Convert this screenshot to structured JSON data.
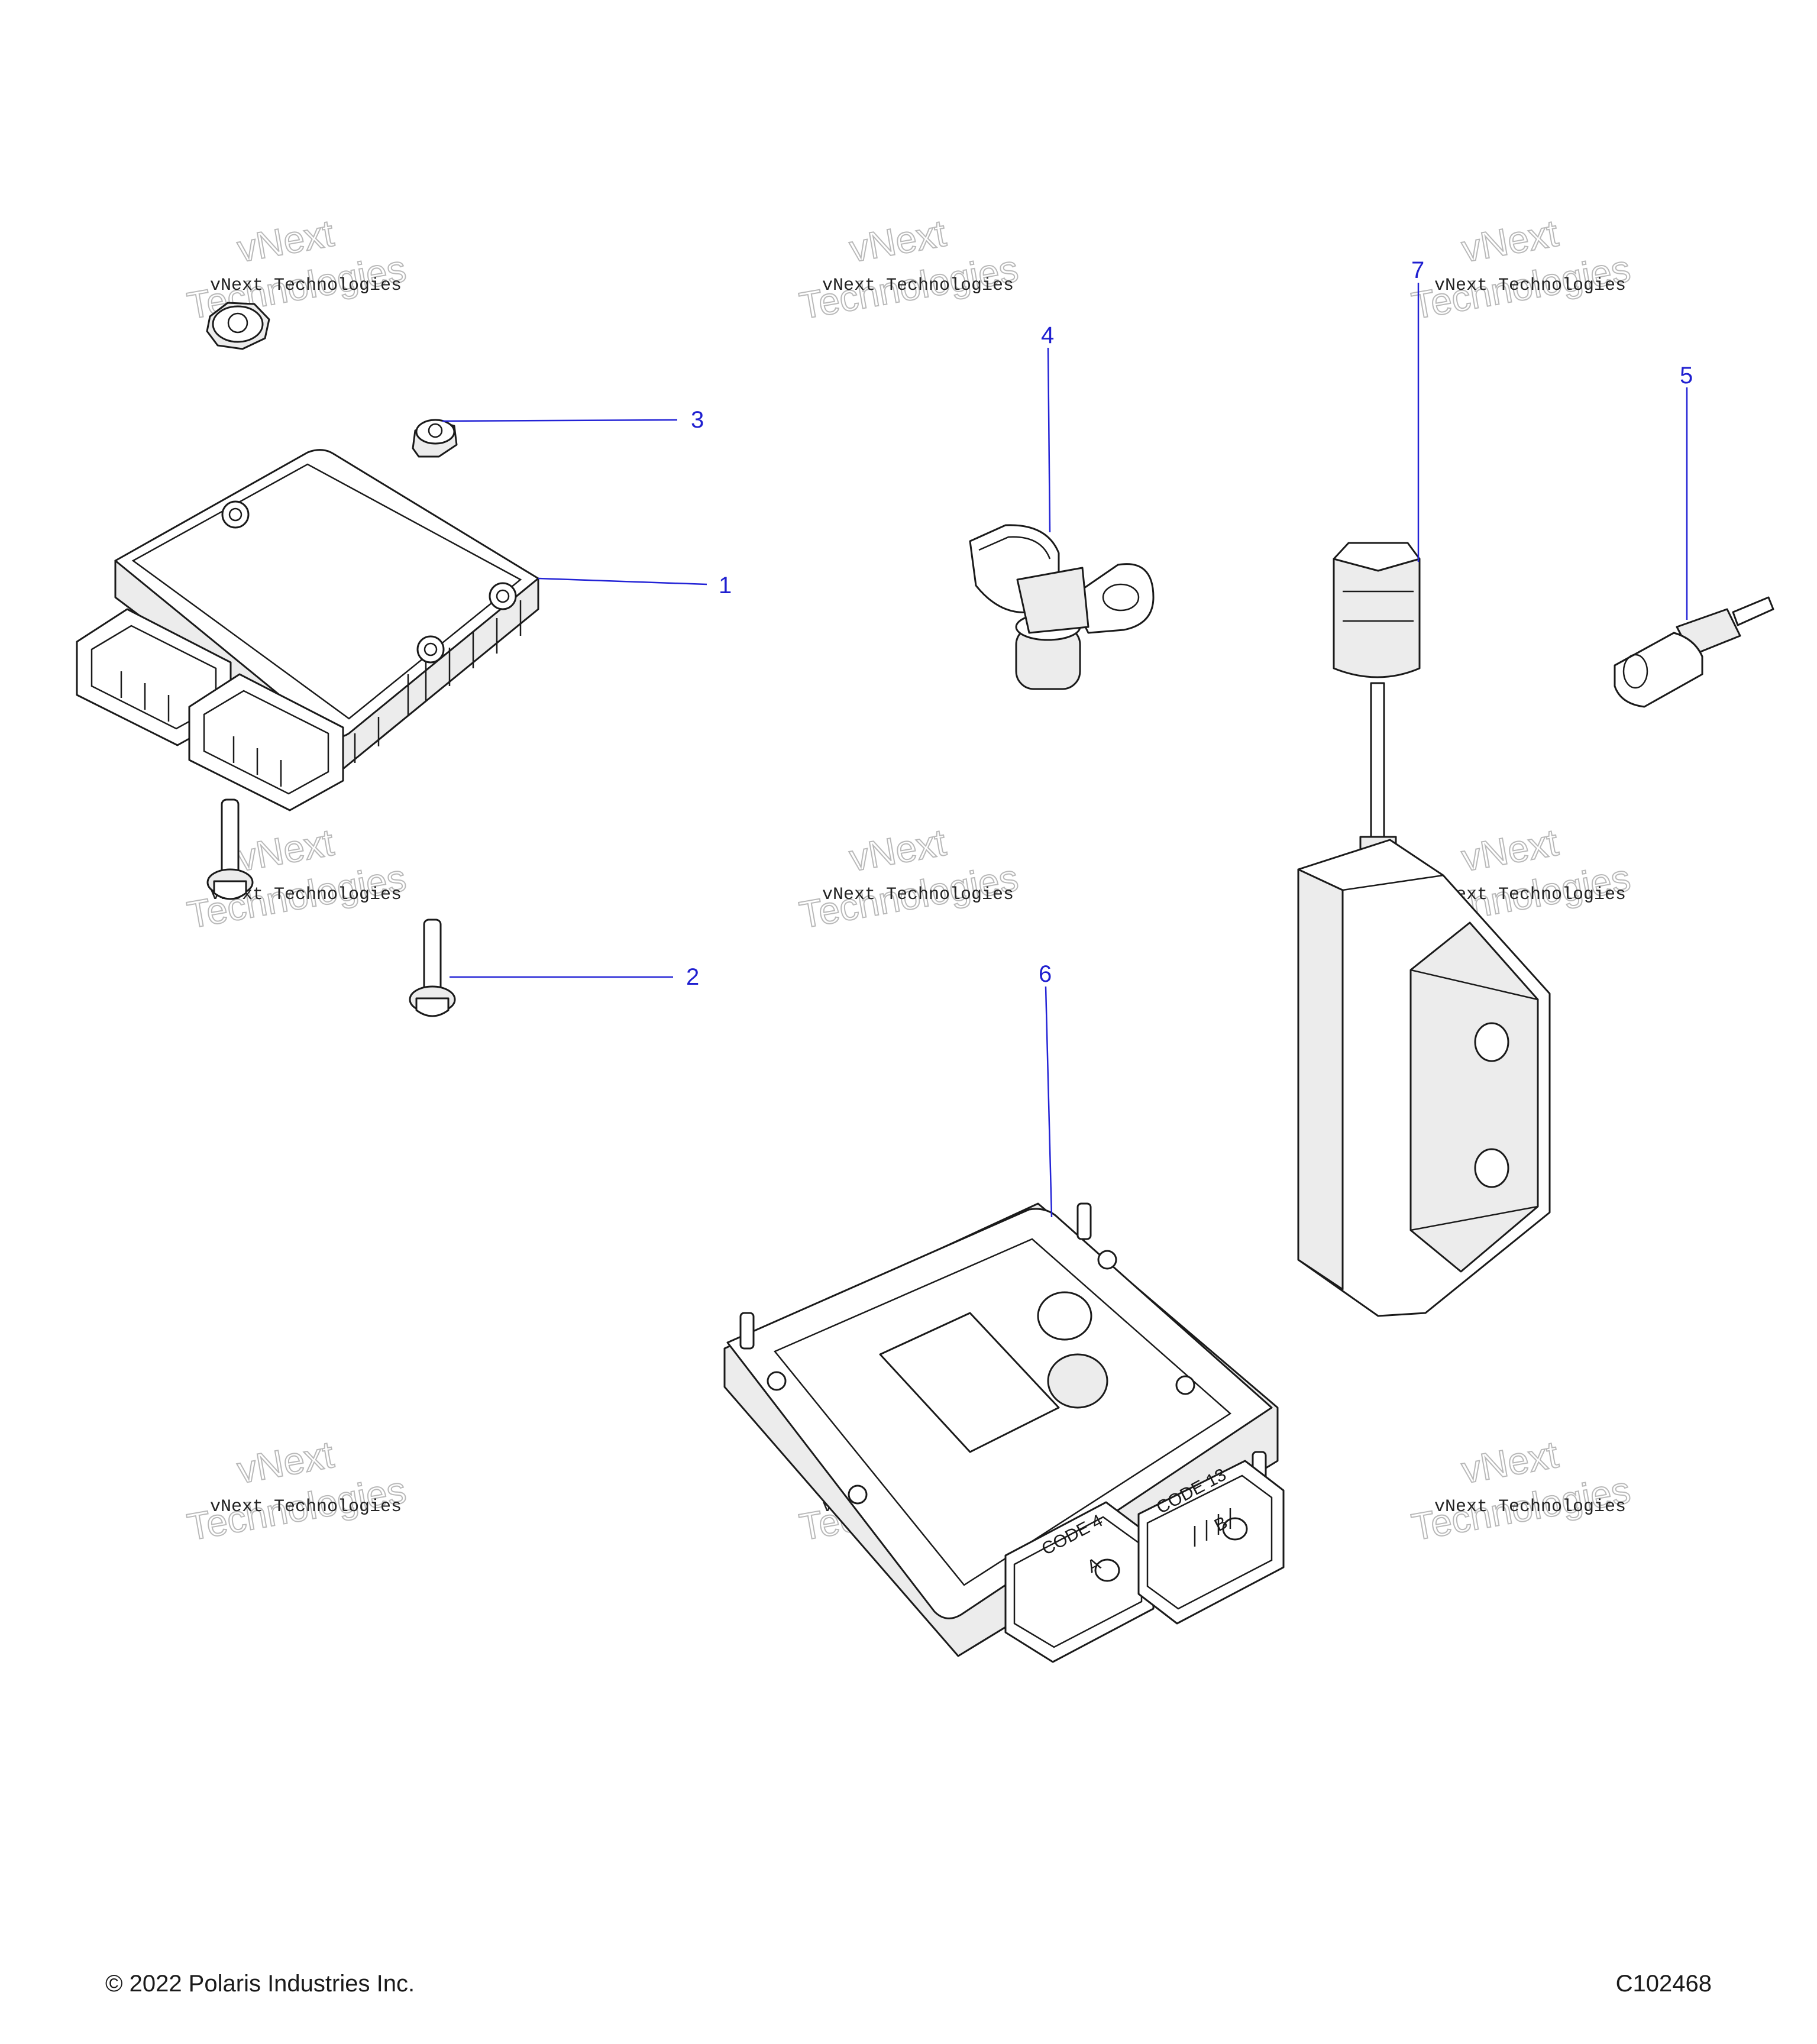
{
  "callouts": [
    "1",
    "2",
    "3",
    "4",
    "5",
    "6",
    "7"
  ],
  "etched_labels": {
    "connector_a_code": "CODE 4",
    "connector_a_letter": "A",
    "connector_b_code": "CODE 13",
    "connector_b_letter": "B"
  },
  "watermark": {
    "line1": "vNext Technologies",
    "big1": "vNext",
    "big2": "Technologies"
  },
  "footer": {
    "copyright": "© 2022 Polaris Industries Inc.",
    "drawing_code": "C102468"
  },
  "colors": {
    "callout": "#1f1fd0",
    "line_art": "#1a1a1a",
    "watermark": "#b9b9b9"
  }
}
